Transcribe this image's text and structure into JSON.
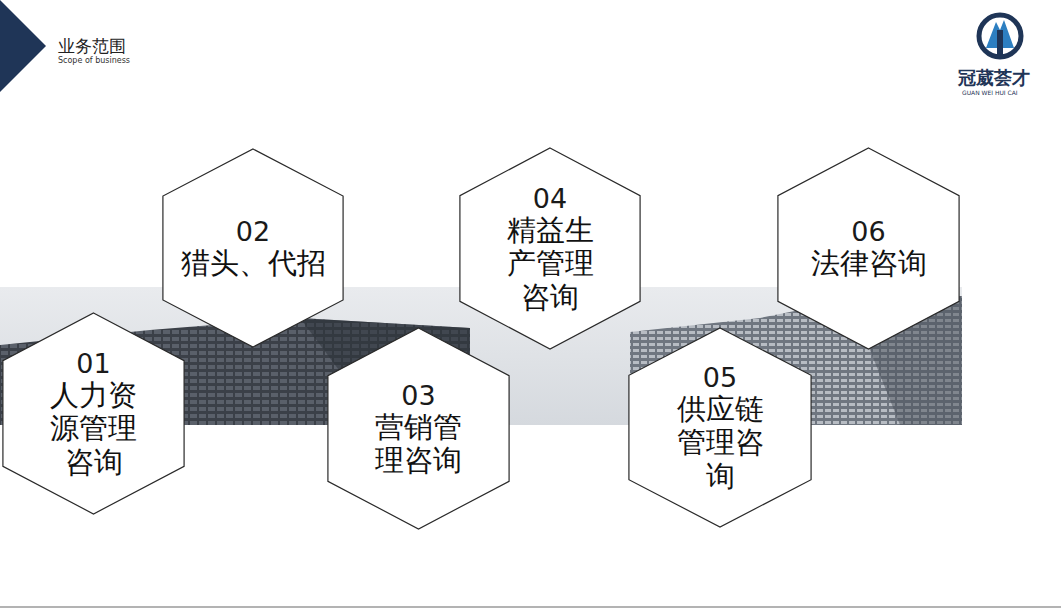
{
  "diagram": {
    "title": "业务范围",
    "nodes": [
      {
        "text": [
          "01",
          "人力资源管理咨询"
        ]
      },
      {
        "text": [
          "02",
          "猎头、代招"
        ]
      },
      {
        "text": [
          "03",
          "营销管理咨询"
        ]
      },
      {
        "text": [
          "04",
          "精益生产管理咨询"
        ]
      },
      {
        "text": [
          "05",
          "供应链管理咨询"
        ]
      },
      {
        "text": [
          "06",
          "法律咨询"
        ]
      }
    ],
    "labels": [
      "Scope of business",
      "冠葳荟才",
      "GUAN WEI HUI CAI"
    ]
  }
}
